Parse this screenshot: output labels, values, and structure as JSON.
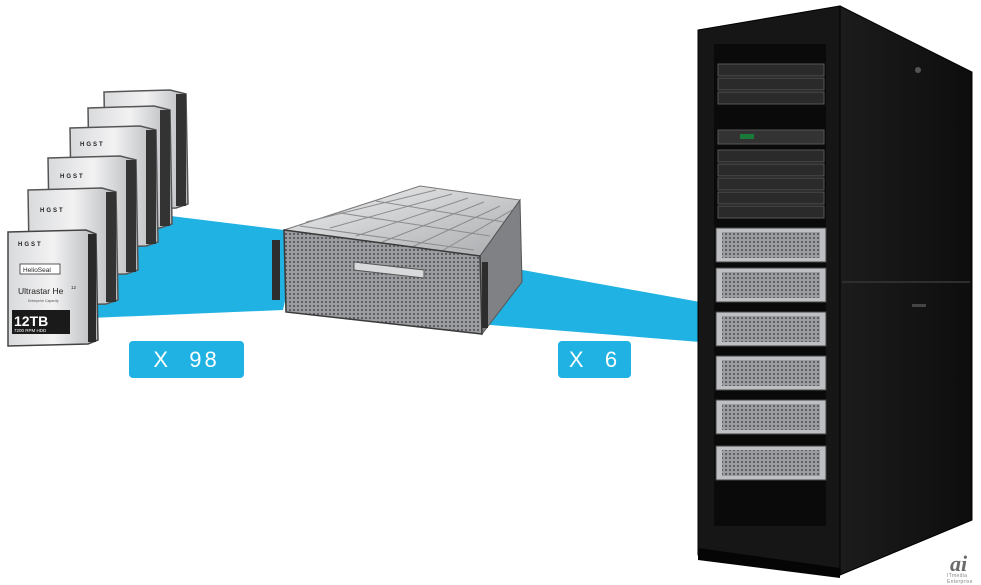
{
  "drive": {
    "brand": "HGST",
    "series_badge": "HelioSeal",
    "model": "Ultrastar He",
    "model_suffix": "12",
    "subtitle": "Enterprise Capacity",
    "capacity": "12TB",
    "spec": "7200 RPM HDD"
  },
  "multipliers": {
    "drives_per_enclosure": "X  98",
    "enclosures_per_rack": "X  6"
  },
  "colors": {
    "accent": "#1fb2e2",
    "rack": "#141414"
  },
  "watermark": {
    "logo": "ai",
    "tagline": "ITmedia Enterprise"
  }
}
